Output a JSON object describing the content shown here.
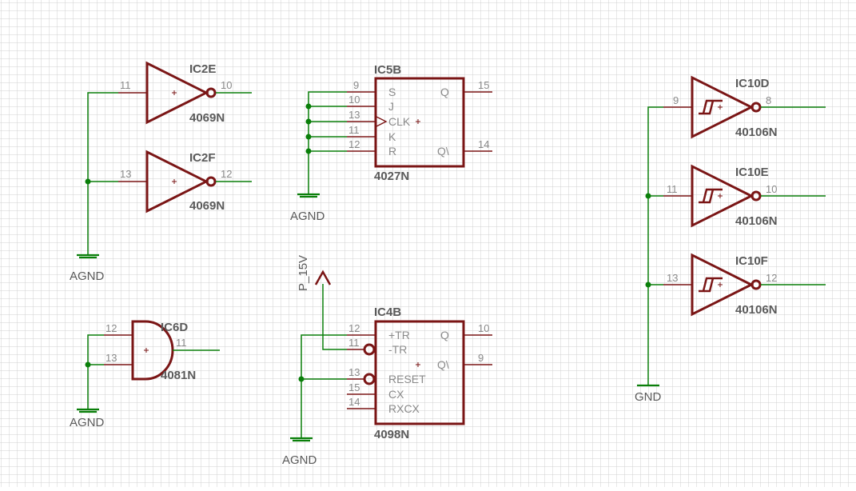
{
  "colors": {
    "background": "#ffffff",
    "grid": "#d0d0d0",
    "symbol": "#7a1515",
    "wire": "#0a7f0a",
    "text": "#5a5a5a"
  },
  "gates": {
    "ic2e": {
      "ref": "IC2E",
      "value": "4069N",
      "pin_in": "11",
      "pin_out": "10"
    },
    "ic2f": {
      "ref": "IC2F",
      "value": "4069N",
      "pin_in": "13",
      "pin_out": "12"
    },
    "ic6d": {
      "ref": "IC6D",
      "value": "4081N",
      "pin_a": "12",
      "pin_b": "13",
      "pin_out": "11"
    },
    "ic10d": {
      "ref": "IC10D",
      "value": "40106N",
      "pin_in": "9",
      "pin_out": "8"
    },
    "ic10e": {
      "ref": "IC10E",
      "value": "40106N",
      "pin_in": "11",
      "pin_out": "10"
    },
    "ic10f": {
      "ref": "IC10F",
      "value": "40106N",
      "pin_in": "13",
      "pin_out": "12"
    }
  },
  "ic5b": {
    "ref": "IC5B",
    "value": "4027N",
    "pins": {
      "s": "9",
      "j": "10",
      "clk": "13",
      "k": "11",
      "r": "12",
      "q": "15",
      "qn": "14"
    },
    "labels": {
      "s": "S",
      "j": "J",
      "clk": "CLK",
      "k": "K",
      "r": "R",
      "q": "Q",
      "qn": "Q\\"
    }
  },
  "ic4b": {
    "ref": "IC4B",
    "value": "4098N",
    "pins": {
      "ptr": "12",
      "ntr": "11",
      "reset": "13",
      "cx": "15",
      "rxcx": "14",
      "q": "10",
      "qn": "9"
    },
    "labels": {
      "ptr": "+TR",
      "ntr": "-TR",
      "reset": "RESET",
      "cx": "CX",
      "rxcx": "RXCX",
      "q": "Q",
      "qn": "Q\\"
    }
  },
  "power": {
    "agnd_1": "AGND",
    "agnd_2": "AGND",
    "agnd_3": "AGND",
    "agnd_4": "AGND",
    "gnd": "GND",
    "p15v": "P_15V"
  }
}
